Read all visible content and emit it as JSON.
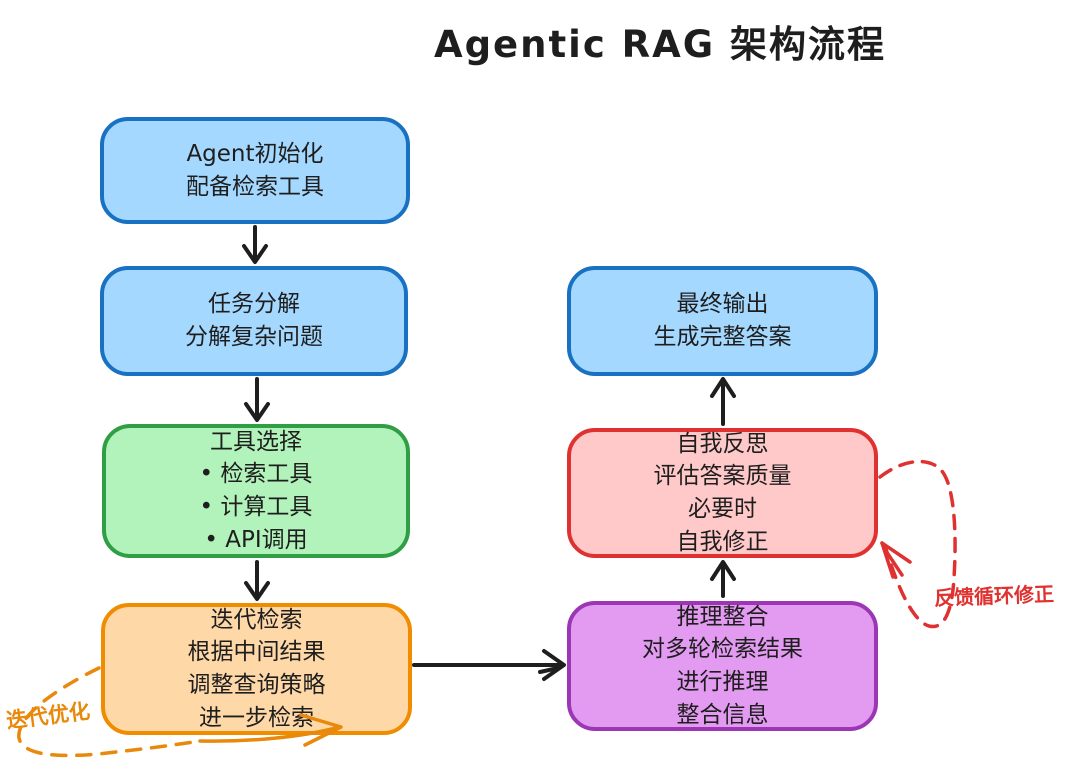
{
  "title": "Agentic RAG 架构流程",
  "nodes": [
    {
      "id": "agent-init",
      "label": "Agent初始化\n配备检索工具",
      "fill": "#a5d8ff",
      "stroke": "#1971c2"
    },
    {
      "id": "task-decompose",
      "label": "任务分解\n分解复杂问题",
      "fill": "#a5d8ff",
      "stroke": "#1971c2"
    },
    {
      "id": "tool-select",
      "label": "工具选择\n• 检索工具\n• 计算工具\n• API调用",
      "fill": "#b2f2bb",
      "stroke": "#2f9e44"
    },
    {
      "id": "iterative-retrieval",
      "label": "迭代检索\n根据中间结果\n调整查询策略\n进一步检索",
      "fill": "#ffd8a8",
      "stroke": "#f08c00"
    },
    {
      "id": "reasoning-integration",
      "label": "推理整合\n对多轮检索结果\n进行推理\n整合信息",
      "fill": "#e29bf0",
      "stroke": "#9c36b5"
    },
    {
      "id": "self-reflection",
      "label": "自我反思\n评估答案质量\n必要时\n自我修正",
      "fill": "#ffc9c9",
      "stroke": "#e03131"
    },
    {
      "id": "final-output",
      "label": "最终输出\n生成完整答案",
      "fill": "#a5d8ff",
      "stroke": "#1971c2"
    }
  ],
  "annotations": [
    {
      "id": "iterate-optimize",
      "label": "迭代优化",
      "color": "#e8890c"
    },
    {
      "id": "feedback-loop",
      "label": "反馈循环修正",
      "color": "#e03131"
    }
  ],
  "colors": {
    "arrow": "#1e1e1e",
    "text": "#1e1e1e",
    "background": "#ffffff"
  }
}
